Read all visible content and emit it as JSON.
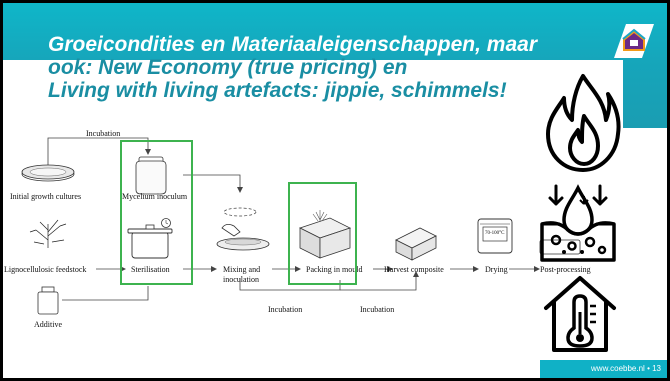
{
  "slide": {
    "title_line1": "Groeicondities en Materiaaleigenschappen, maar",
    "title_line2": "ook: New Economy (true pricing) en",
    "title_line3": "Living with living artefacts: jippie, schimmels!",
    "footer_url": "www.coebbe.nl",
    "page_number": "13"
  },
  "diagram": {
    "incubation_top": "Incubation",
    "initial_growth_cultures": "Initial growth cultures",
    "mycelium_inoculum": "Mycelium inoculum",
    "lignocellulosic_feedstock": "Lignocellulosic feedstock",
    "sterilisation": "Sterilisation",
    "mixing_line1": "Mixing and",
    "mixing_line2": "inoculation",
    "packing_in_mould": "Packing in mould",
    "harvest_composite": "Harvest composite",
    "drying": "Drying",
    "post_processing": "Post-processing",
    "additive": "Additive",
    "incubation_bottom_left": "Incubation",
    "incubation_bottom_right": "Incubation",
    "oven_label": "70-100°C"
  },
  "colors": {
    "header": "#16a6bb",
    "title_dark": "#1a8ea3",
    "highlight_box": "#3db34f"
  },
  "icons": [
    "fire-icon",
    "water-drop-microbes-icon",
    "home-thermometer-icon",
    "coebbe-logo"
  ]
}
